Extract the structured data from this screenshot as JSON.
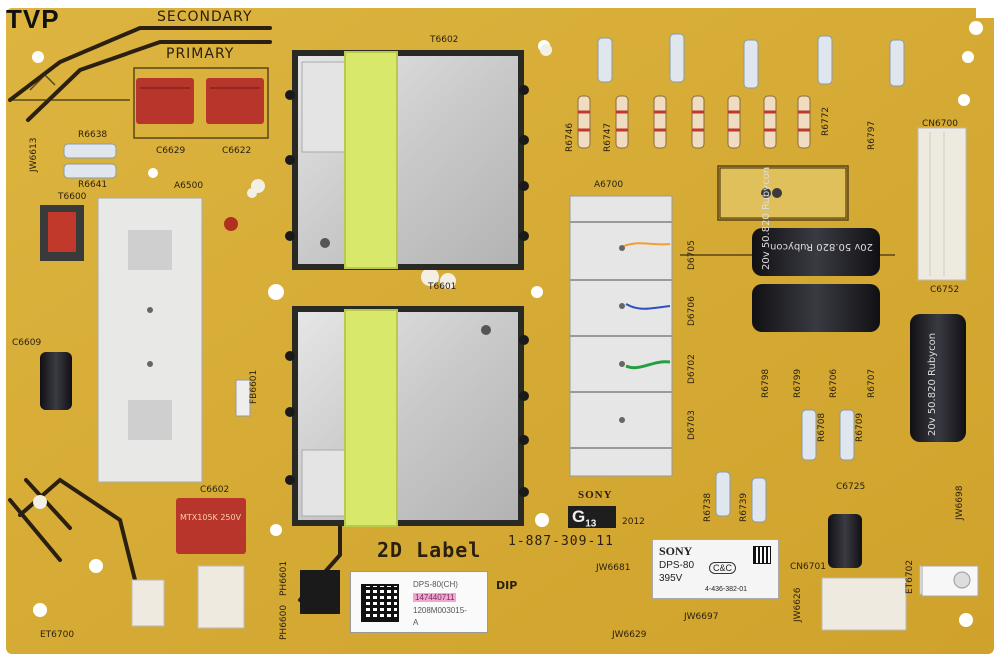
{
  "watermark": "TVP",
  "silkscreen": {
    "secondary": "SECONDARY",
    "primary": "PRIMARY",
    "label_2d": "2D Label",
    "part_number": "1-887-309-11",
    "dip": "DIP",
    "sony": "SONY",
    "year": "2012",
    "g13_main": "G",
    "g13_sub": "13",
    "ref_designators": [
      "T6602",
      "T6601",
      "A6500",
      "A6700",
      "C6629",
      "C6622",
      "C6602",
      "C6609",
      "C6752",
      "C6725",
      "CN6700",
      "CN6701",
      "R6638",
      "R6641",
      "R6797",
      "R6772",
      "R6798",
      "R6799",
      "R6706",
      "R6707",
      "R6708",
      "R6709",
      "R6738",
      "R6739",
      "R6746",
      "R6747",
      "JW6613",
      "JW6629",
      "JW6697",
      "JW6681",
      "JW6698",
      "JW6626",
      "D6705",
      "D6706",
      "D6702",
      "D6703",
      "ET6700",
      "ET6702",
      "PH6601",
      "PH6600",
      "T6600",
      "FB6601"
    ]
  },
  "capacitors_text": {
    "rubycon_1": "20v 50.820 Rubycon",
    "rubycon_2": "20v 50.820 Rubycon",
    "rubycon_3": "20v 50.820 Rubycon",
    "mkt_cap": "MTX105K 250V"
  },
  "sticker": {
    "line1": "DPS-80(CH)",
    "line2": "147440711",
    "line3": "1208M003015-",
    "line4": "A"
  },
  "sony_label": {
    "brand": "SONY",
    "model": "DPS-80",
    "voltage": "395V",
    "cert": "C&C",
    "code": "4-436-382-01"
  },
  "colors": {
    "board": "#d9b13a",
    "board_dark": "#c79a26",
    "trace": "#2a1f10",
    "heatsink": "#d8d8d8",
    "tape": "#d7e86a",
    "cap_red": "#b7352b",
    "electrolytic": "#1d1d22"
  }
}
